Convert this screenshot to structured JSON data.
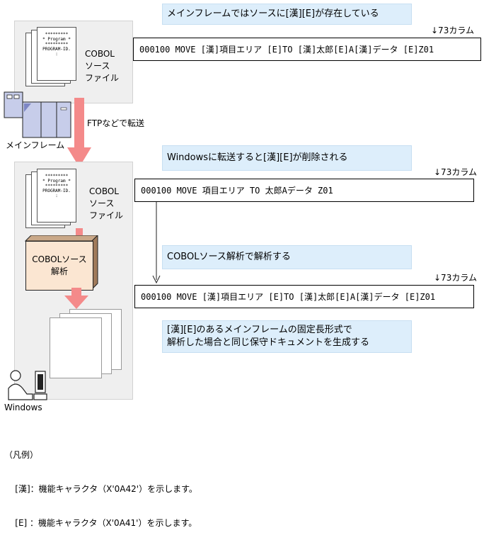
{
  "note1": "メインフレームではソースに[漢][E]が存在している",
  "note2": "Windowsに転送すると[漢][E]が削除される",
  "note3": "COBOLソース解析で解析する",
  "note4_line1": "[漢][E]のあるメインフレームの固定長形式で",
  "note4_line2": "解析した場合と同じ保守ドキュメントを生成する",
  "col_marker": "↓73カラム",
  "code1": "000100 MOVE [漢]項目エリア [E]TO [漢]太郎[E]A[漢]データ  [E]Z01",
  "code2": "000100 MOVE 項目エリア TO 太郎Aデータ  Z01",
  "code3": "000100 MOVE [漢]項目エリア [E]TO [漢]太郎[E]A[漢]データ  [E]Z01",
  "source_file_line1": "COBOL",
  "source_file_line2": "ソース",
  "source_file_line3": "ファイル",
  "doc_line1": "*********",
  "doc_line2": "* Program *",
  "doc_line3": "*********",
  "doc_line4": "PROGRAM-ID.",
  "doc_line5": ":",
  "mainframe_label": "メインフレーム",
  "ftp_label": "FTPなどで転送",
  "analyzer_line1": "COBOLソース",
  "analyzer_line2": "解析",
  "windows_label": "Windows",
  "legend_title": "（凡例）",
  "legend_line1": "    [漢]：機能キャラクタ（X'0A42'）を示します。",
  "legend_line2": "    [E] ：機能キャラクタ（X'0A41'）を示します。",
  "colors": {
    "note_bg": "#ddeefb",
    "panel_bg": "#efefef",
    "arrow": "#f48a8a",
    "analyzer_bg": "#fbe6d2",
    "machine": "#c7cdea"
  }
}
